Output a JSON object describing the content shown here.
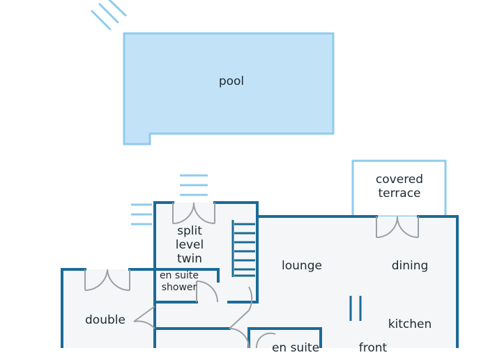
{
  "colors": {
    "wall": "#1b6b96",
    "pool_fill": "#c2e3f7",
    "pool_stroke": "#8fcbec",
    "window": "#8fcbec",
    "floor": "#f4f6f7",
    "door": "#9aa1a6",
    "text": "#1e2a32"
  },
  "rooms": {
    "pool": "pool",
    "covered_terrace_line1": "covered",
    "covered_terrace_line2": "terrace",
    "split_level_twin_line1": "split",
    "split_level_twin_line2": "level",
    "split_level_twin_line3": "twin",
    "en_suite_line1": "en suite",
    "en_suite_line2": "shower",
    "lounge": "lounge",
    "dining": "dining",
    "double": "double",
    "kitchen": "kitchen",
    "ensuite_bottom_partial": "en suite",
    "front_partial": "front"
  },
  "icons": {
    "stairs": "stairs-icon",
    "doors": "door-swing-icon",
    "windows": "window-lines-icon",
    "compass": "north-arrow-icon"
  }
}
